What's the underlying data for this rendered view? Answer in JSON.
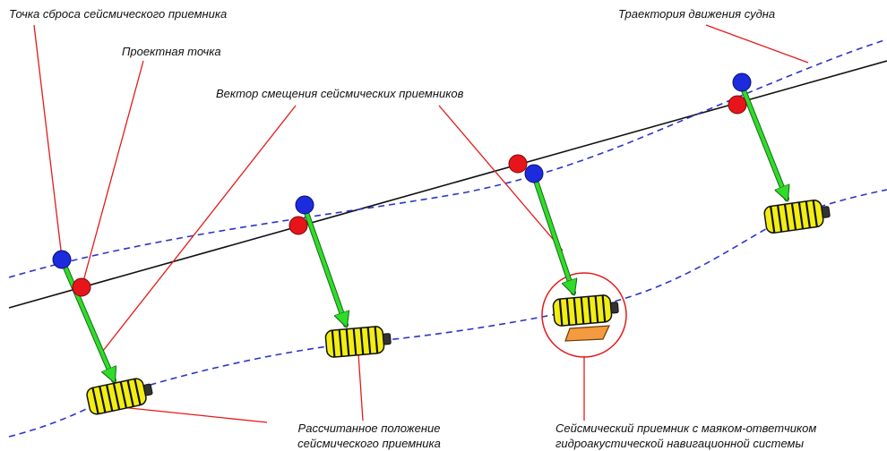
{
  "labels": {
    "drop_point": "Точка сброса сейсмического приемника",
    "design_point": "Проектная точка",
    "offset_vector": "Вектор смещения сейсмических приемников",
    "vessel_track": "Траектория движения судна",
    "calculated_position_line1": "Рассчитанное положение",
    "calculated_position_line2": "сейсмического приемника",
    "beacon_receiver_line1": "Сейсмический приемник с маяком-ответчиком",
    "beacon_receiver_line2": "гидроакустической навигационной системы"
  },
  "colors": {
    "design_point": "#e8141c",
    "drop_point": "#1c2bdc",
    "vector": "#2fdc2a",
    "receiver_body": "#f2ee12",
    "vessel_track": "#2a36c8",
    "receiver_track": "#2a36c8",
    "leader_line": "#e41a1a",
    "design_line": "#111111",
    "beacon": "#f39b3e"
  },
  "icons": {
    "design_point": "red-circle-icon",
    "drop_point": "blue-circle-icon",
    "receiver": "seismic-receiver-icon",
    "beacon": "transponder-beacon-icon"
  }
}
